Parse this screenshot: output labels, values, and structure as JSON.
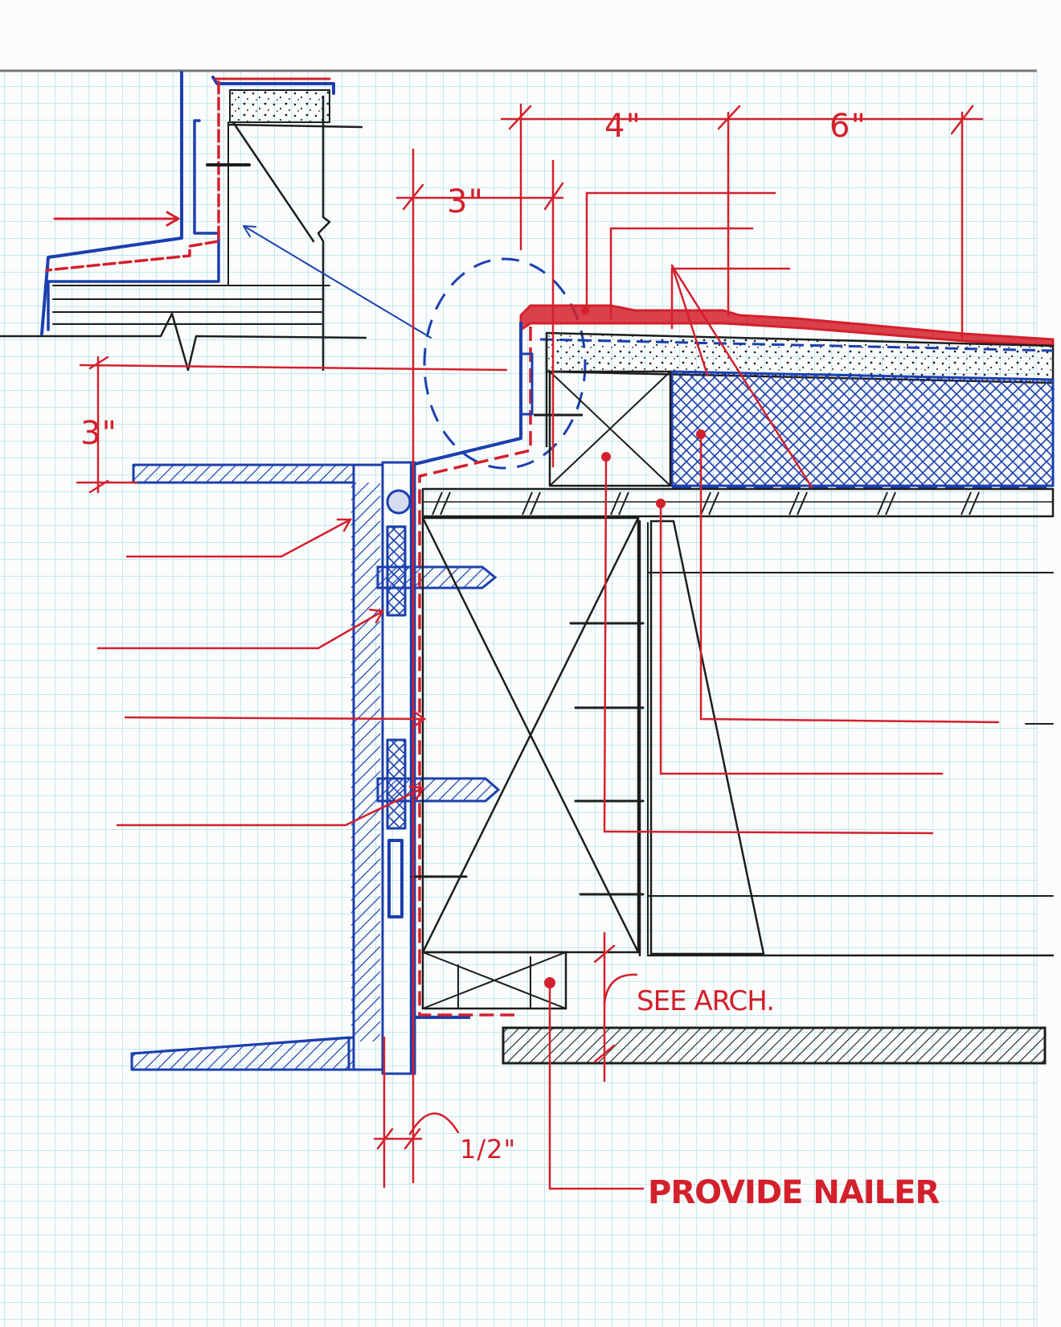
{
  "colors": {
    "paper": "#f8fafa",
    "grid": "#8fd3e0",
    "grid_heavy": "#74c4d3",
    "red_ink": "#d4202c",
    "blue_ink": "#1c3fae",
    "black_ink": "#1d1d1d"
  },
  "dimensions": {
    "dim_4in": "4\"",
    "dim_6in": "6\"",
    "dim_3in_top": "3\"",
    "dim_3in_left": "3\"",
    "dim_half_in": "1/2\""
  },
  "notes": {
    "see_arch": "SEE ARCH.",
    "provide_nailer": "PROVIDE NAILER"
  }
}
